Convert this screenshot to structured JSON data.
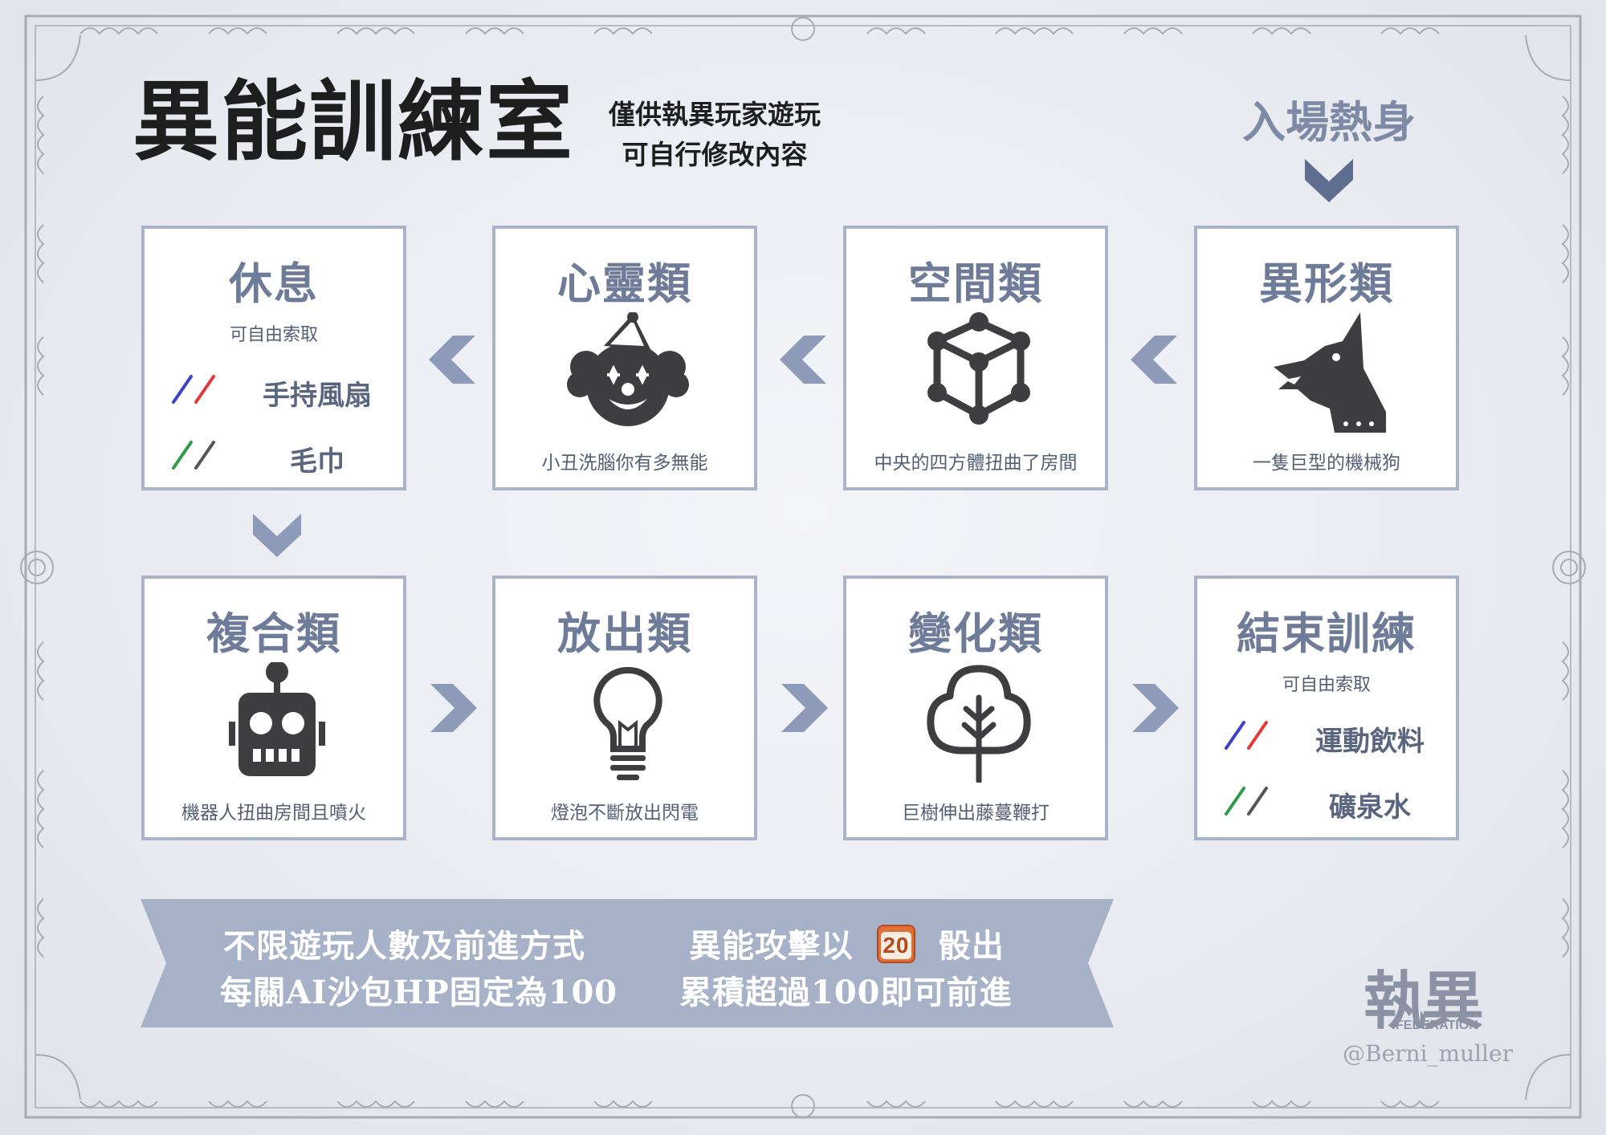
{
  "header": {
    "title": "異能訓練室",
    "subtitle_line1": "僅供執異玩家遊玩",
    "subtitle_line2": "可自行修改內容",
    "entry_label": "入場熱身"
  },
  "rooms": {
    "rest": {
      "title": "休息",
      "note": "可自由索取",
      "item1": "手持風扇",
      "item2": "毛巾"
    },
    "psychic": {
      "title": "心靈類",
      "caption": "小丑洗腦你有多無能",
      "icon": "clown-icon"
    },
    "spatial": {
      "title": "空間類",
      "caption": "中央的四方體扭曲了房間",
      "icon": "cube-icon"
    },
    "mutant": {
      "title": "異形類",
      "caption": "一隻巨型的機械狗",
      "icon": "wolf-icon"
    },
    "compound": {
      "title": "複合類",
      "caption": "機器人扭曲房間且噴火",
      "icon": "robot-icon"
    },
    "emission": {
      "title": "放出類",
      "caption": "燈泡不斷放出閃電",
      "icon": "lightbulb-icon"
    },
    "transform": {
      "title": "變化類",
      "caption": "巨樹伸出藤蔓鞭打",
      "icon": "tree-icon"
    },
    "finish": {
      "title": "結束訓練",
      "note": "可自由索取",
      "item1": "運動飲料",
      "item2": "礦泉水"
    }
  },
  "banner": {
    "left_line1": "不限遊玩人數及前進方式",
    "left_line2": "每關AI沙包HP固定為100",
    "right_line1_a": "異能攻擊以",
    "dice_value": "20",
    "right_line1_b": "骰出",
    "right_line2": "累積超過100即可前進"
  },
  "footer": {
    "logo_text": "執異",
    "logo_sub": "FEDERATION",
    "credit": "@Berni_muller"
  },
  "colors": {
    "accent": "#7d8aa5",
    "box_border": "#a9b4cb",
    "arrow": "#8d9ab8",
    "banner": "#a7b2c8",
    "icon": "#3e3e40"
  }
}
